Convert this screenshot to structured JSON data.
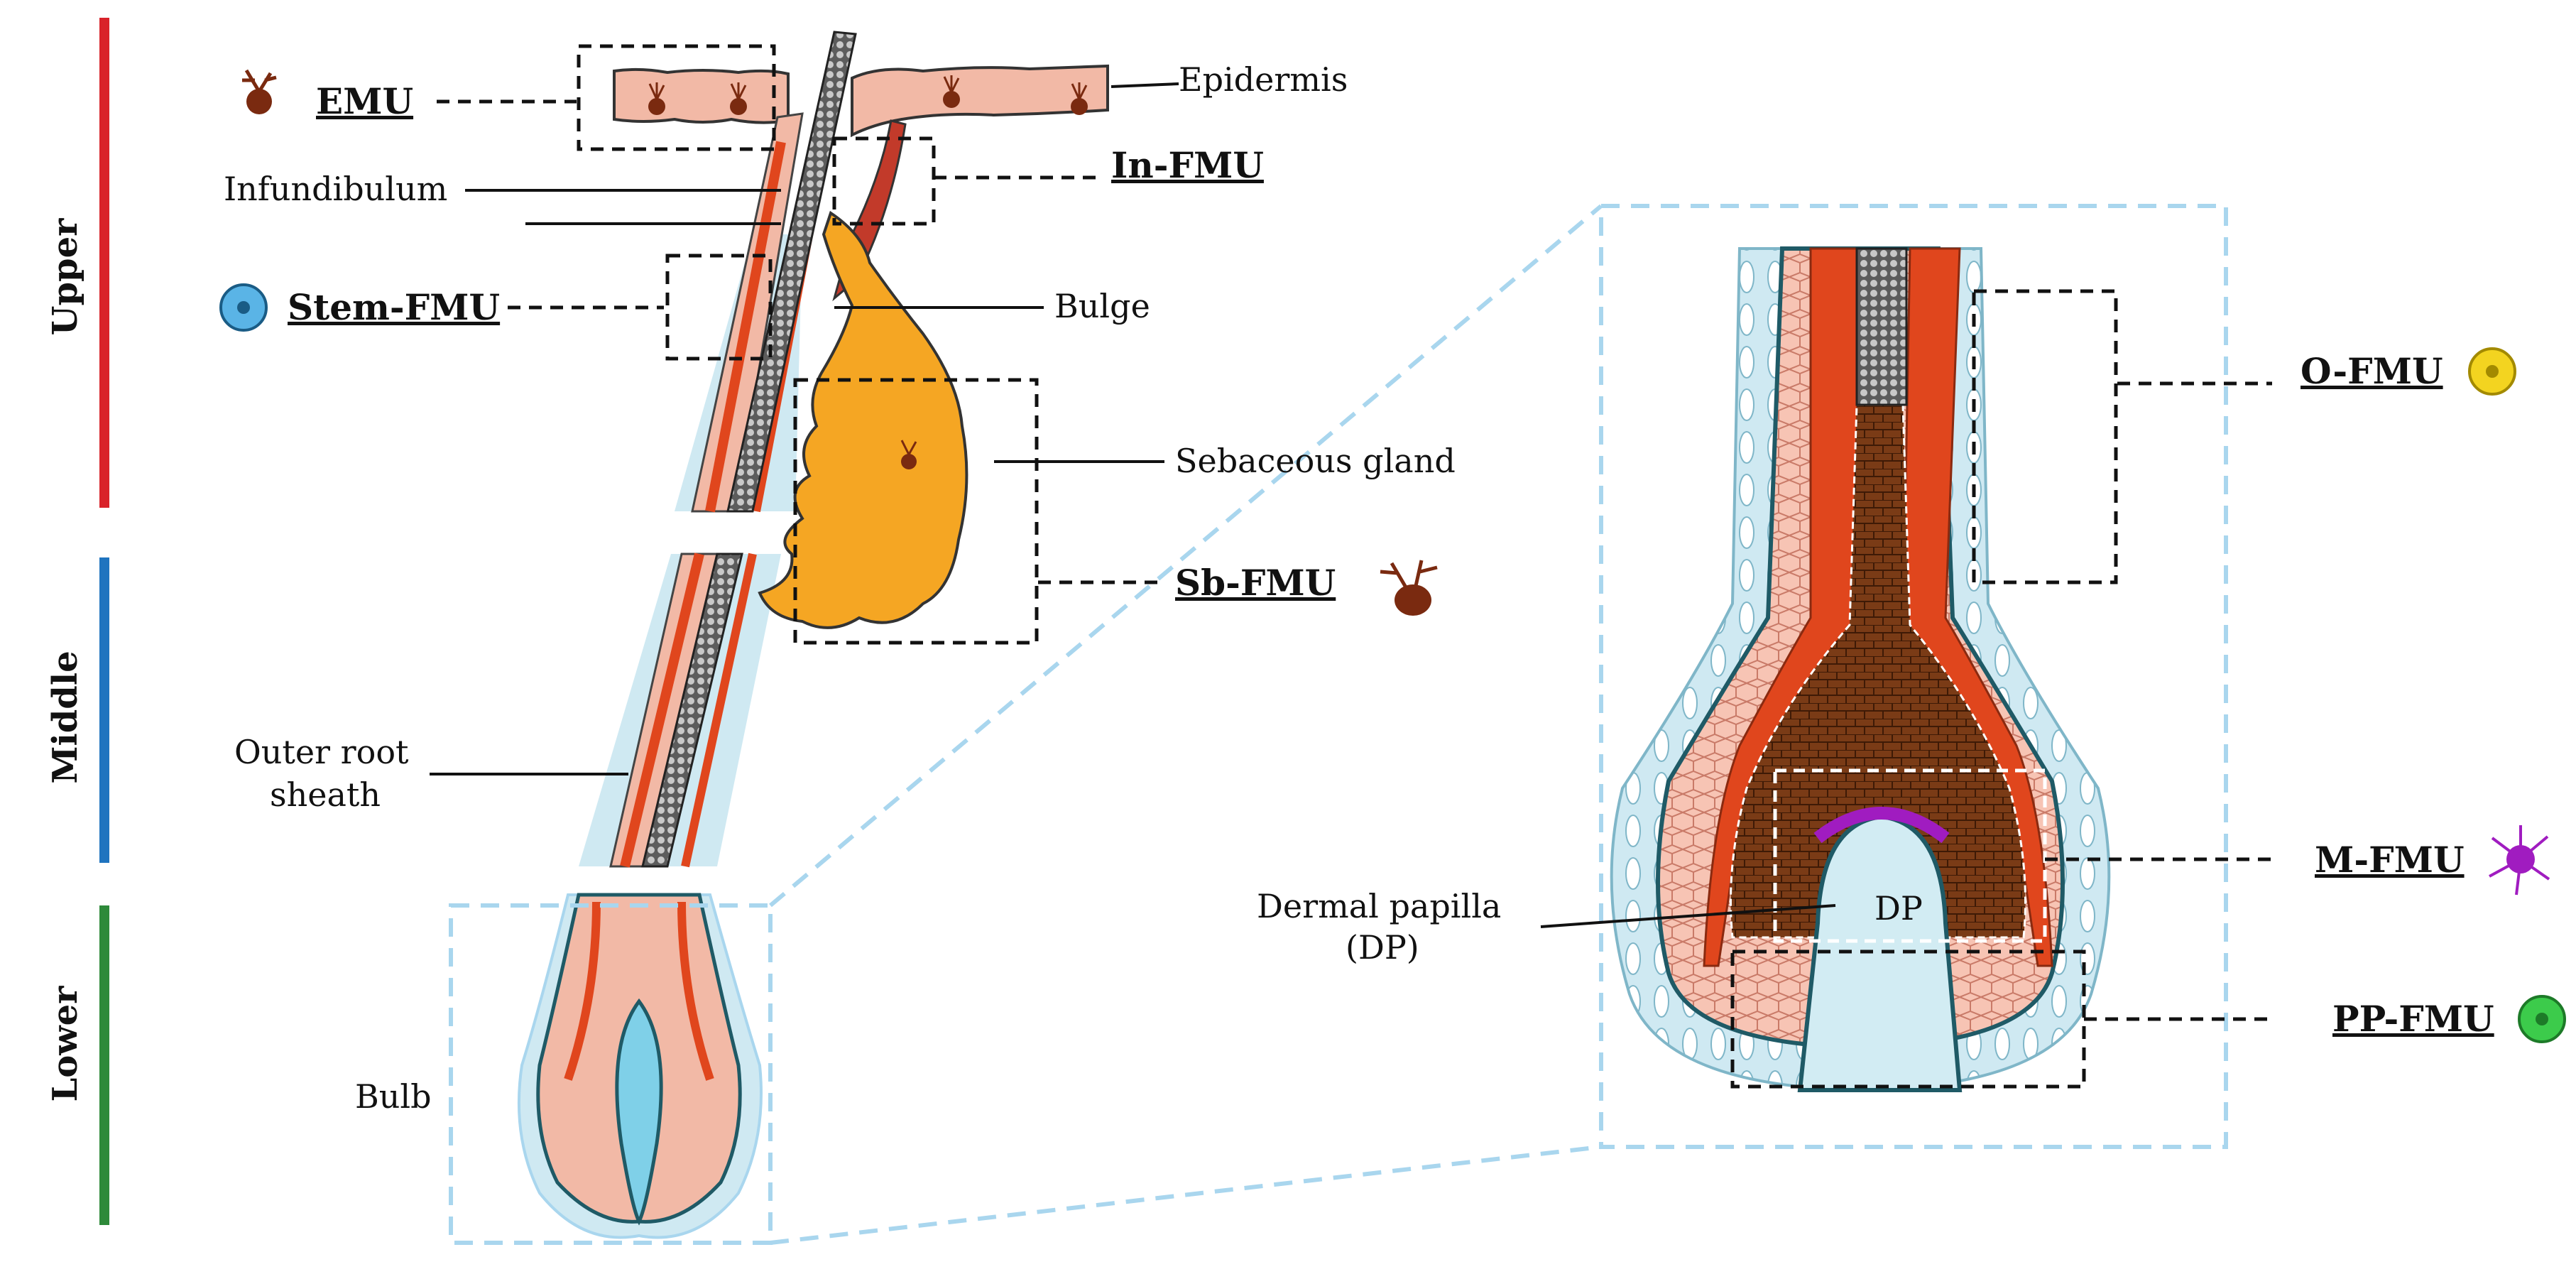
{
  "regions": {
    "upper": {
      "label": "Upper",
      "color": "#d9232a"
    },
    "middle": {
      "label": "Middle",
      "color": "#1f74bf"
    },
    "lower": {
      "label": "Lower",
      "color": "#2e8a3a"
    }
  },
  "labels": {
    "emu": "EMU",
    "epidermis": "Epidermis",
    "infundibulum": "Infundibulum",
    "in_fmu": "In-FMU",
    "stem_fmu": "Stem-FMU",
    "bulge": "Bulge",
    "sebaceous_gland": "Sebaceous gland",
    "sb_fmu": "Sb-FMU",
    "outer_root_sheath_1": "Outer root",
    "outer_root_sheath_2": "sheath",
    "bulb": "Bulb",
    "o_fmu": "O-FMU",
    "m_fmu": "M-FMU",
    "pp_fmu": "PP-FMU",
    "dermal_papilla_1": "Dermal papilla",
    "dermal_papilla_2": "(DP)",
    "dp": "DP"
  },
  "colors": {
    "skin": "#f2b9a6",
    "shaft": "#7a7a7a",
    "irs": "#e0461d",
    "gland": "#f5a623",
    "sheath": "#bfe4ef",
    "matrix": "#7a3b16",
    "papilla": "#d2ecf3",
    "melanocyte": "#7a2a10",
    "stem_cell": "#5ab4e6",
    "o_cell": "#f3d420",
    "m_cell": "#a01cc0",
    "pp_cell": "#3ccb4b"
  }
}
